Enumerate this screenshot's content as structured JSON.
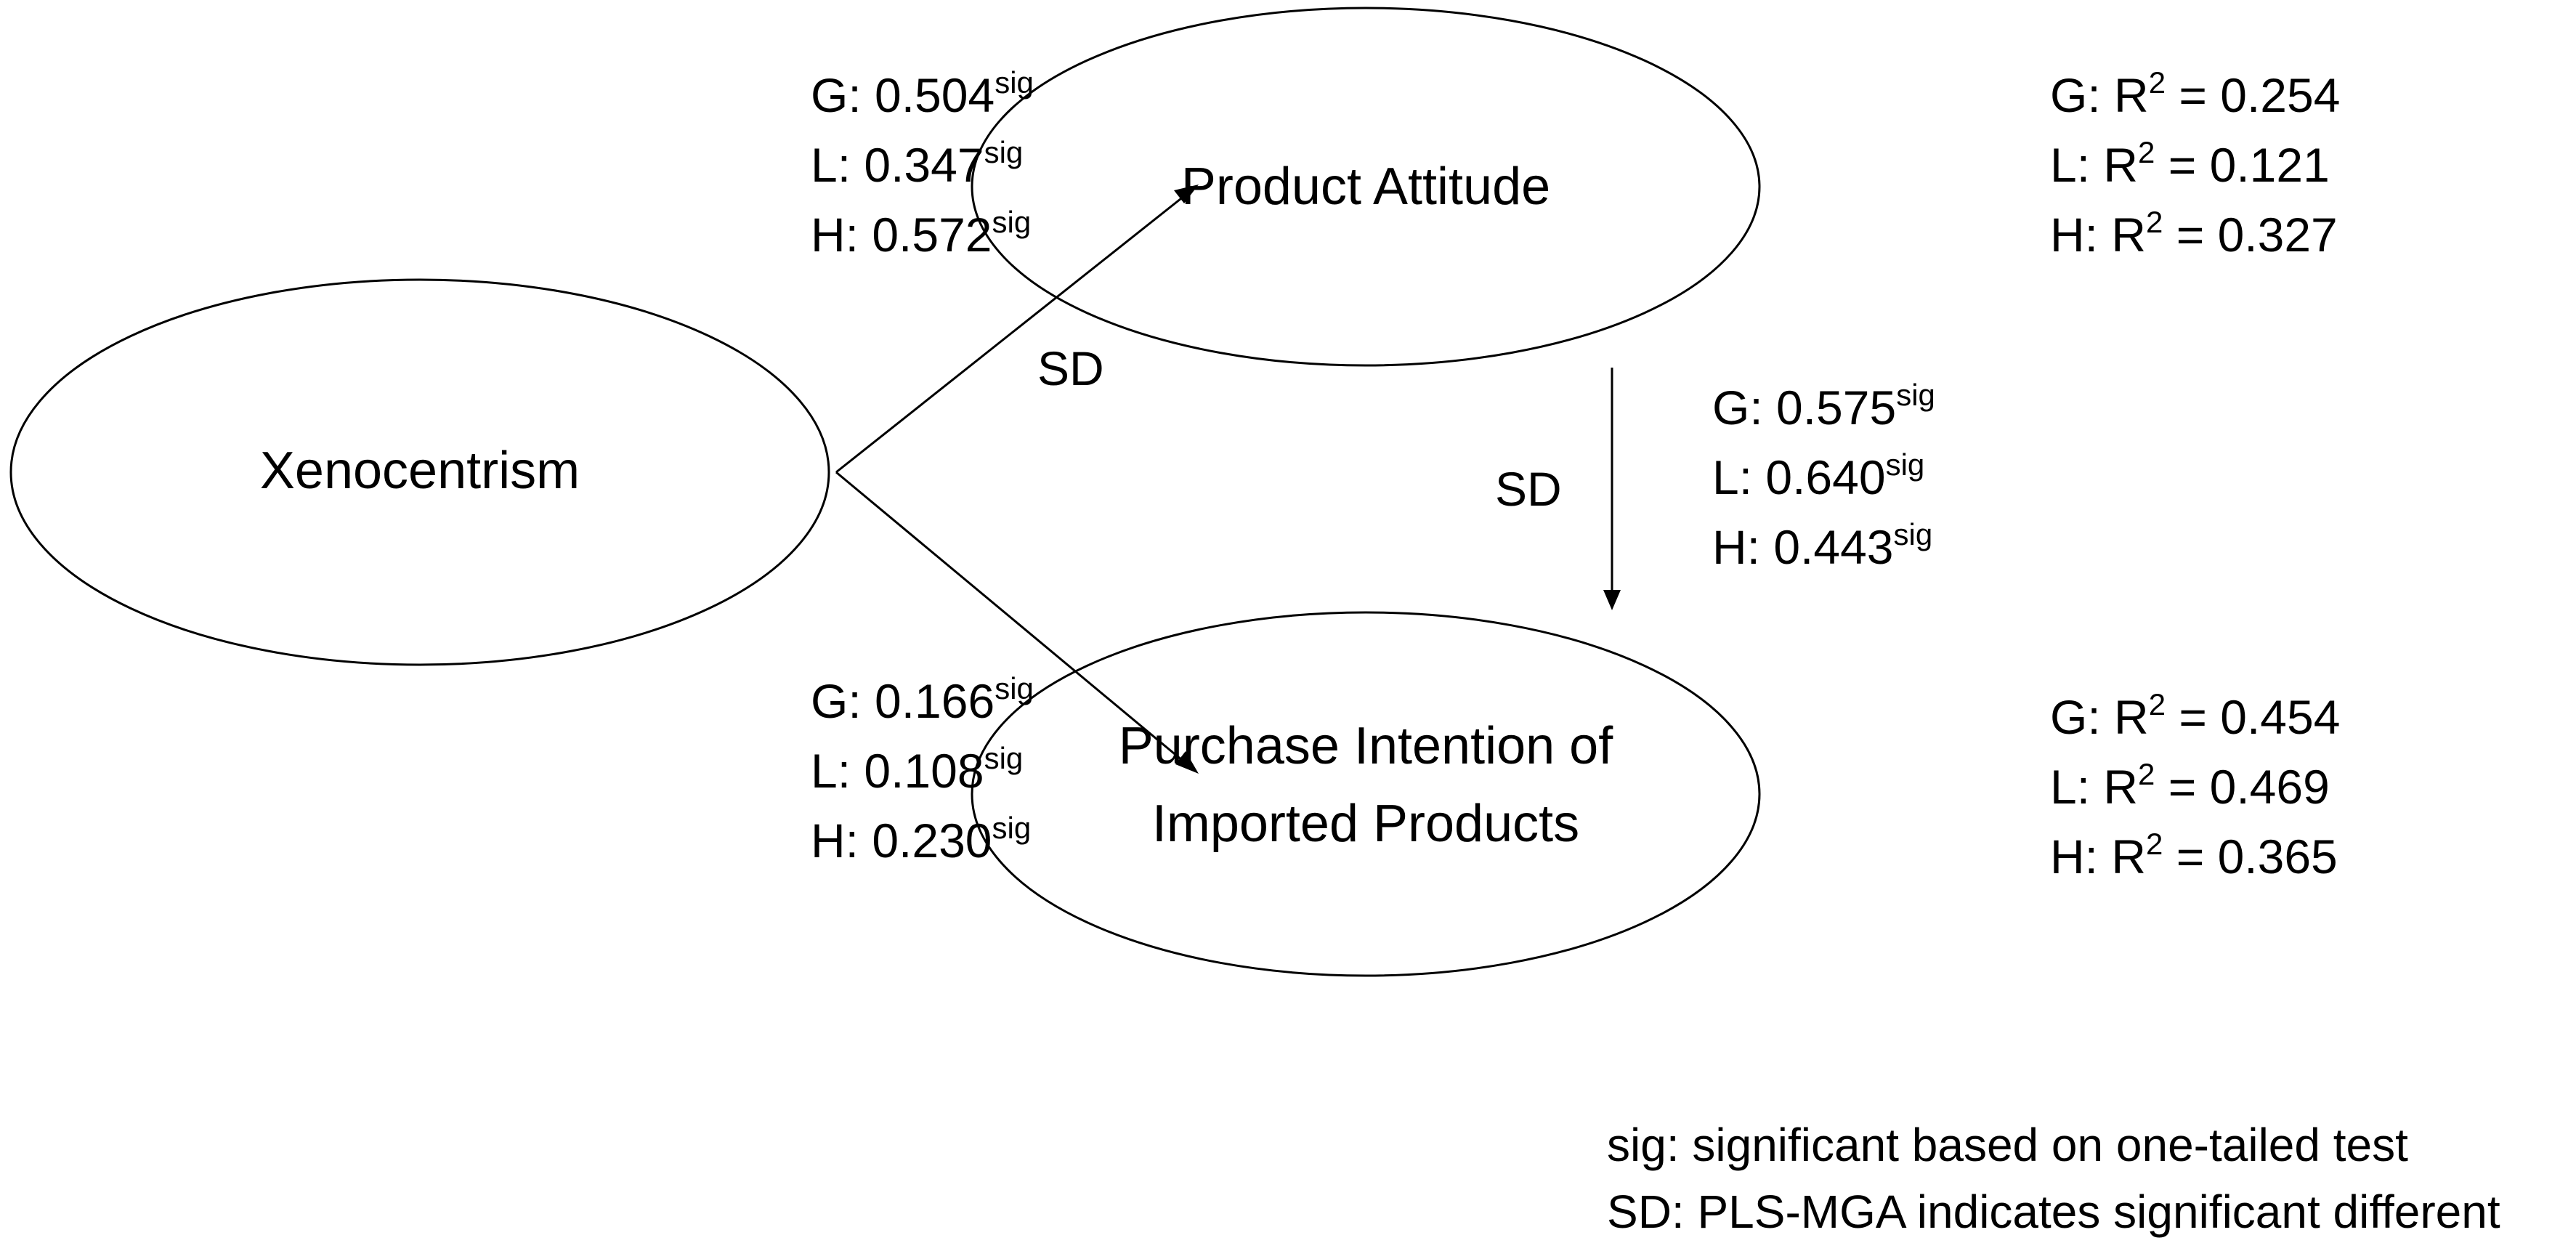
{
  "nodes": {
    "xenocentrism": "Xenocentrism",
    "product_attitude": "Product Attitude",
    "purchase_intention_line1": "Purchase Intention of",
    "purchase_intention_line2": "Imported Products"
  },
  "paths": {
    "xeno_to_attitude": {
      "g_label": "G: ",
      "g_value": "0.504",
      "g_sup": "sig",
      "l_label": "L: ",
      "l_value": "0.347",
      "l_sup": "sig",
      "h_label": "H: ",
      "h_value": "0.572",
      "h_sup": "sig",
      "difference": "SD"
    },
    "attitude_to_intention": {
      "g_label": "G: ",
      "g_value": "0.575",
      "g_sup": "sig",
      "l_label": "L: ",
      "l_value": "0.640",
      "l_sup": "sig",
      "h_label": "H: ",
      "h_value": "0.443",
      "h_sup": "sig",
      "difference": "SD"
    },
    "xeno_to_intention": {
      "g_label": "G: ",
      "g_value": "0.166",
      "g_sup": "sig",
      "l_label": "L: ",
      "l_value": "0.108",
      "l_sup": "sig",
      "h_label": "H: ",
      "h_value": "0.230",
      "h_sup": "sig"
    }
  },
  "r_squared": {
    "product_attitude": {
      "g_label": "G: R",
      "g_value": " = 0.254",
      "l_label": "L: R",
      "l_value": " = 0.121",
      "h_label": "H: R",
      "h_value": " = 0.327",
      "sup": "2"
    },
    "purchase_intention": {
      "g_label": "G: R",
      "g_value": " = 0.454",
      "l_label": "L: R",
      "l_value": " = 0.469",
      "h_label": "H: R",
      "h_value": " = 0.365",
      "sup": "2"
    }
  },
  "legend": {
    "sig_note": "sig: significant based on one-tailed test",
    "sd_note": "SD: PLS-MGA indicates significant different"
  }
}
